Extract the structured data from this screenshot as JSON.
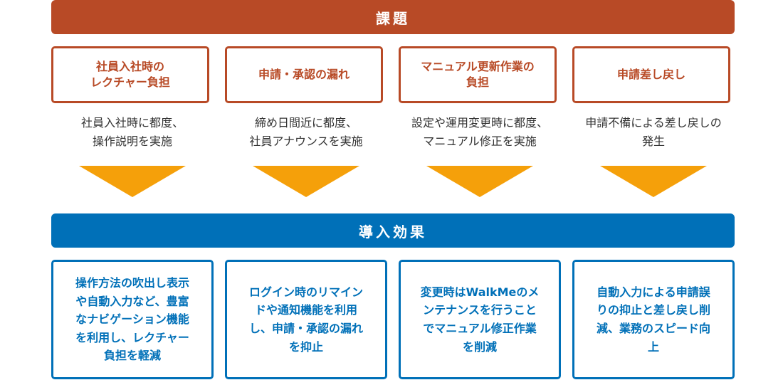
{
  "issues_header": "課題",
  "effects_header": "導入効果",
  "issues": [
    {
      "title": "社員入社時の\nレクチャー負担",
      "desc": "社員入社時に都度、\n操作説明を実施"
    },
    {
      "title": "申請・承認の漏れ",
      "desc": "締め日間近に都度、\n社員アナウンスを実施"
    },
    {
      "title": "マニュアル更新作業の\n負担",
      "desc": "設定や運用変更時に都度、\nマニュアル修正を実施"
    },
    {
      "title": "申請差し戻し",
      "desc": "申請不備による差し戻しの\n発生"
    }
  ],
  "effects": [
    "操作方法の吹出し表示\nや自動入力など、豊富\nなナビゲーション機能\nを利用し、レクチャー\n負担を軽減",
    "ログイン時のリマイン\nドや通知機能を利用\nし、申請・承認の漏れ\nを抑止",
    "変更時はWalkMeのメ\nンテナンスを行うこと\nでマニュアル修正作業\nを削減",
    "自動入力による申請誤\nりの抑止と差し戻し削\n減、業務のスピード向\n上"
  ],
  "colors": {
    "issue": "#b84a26",
    "effect": "#0070b8",
    "arrow": "#f5a00a"
  }
}
